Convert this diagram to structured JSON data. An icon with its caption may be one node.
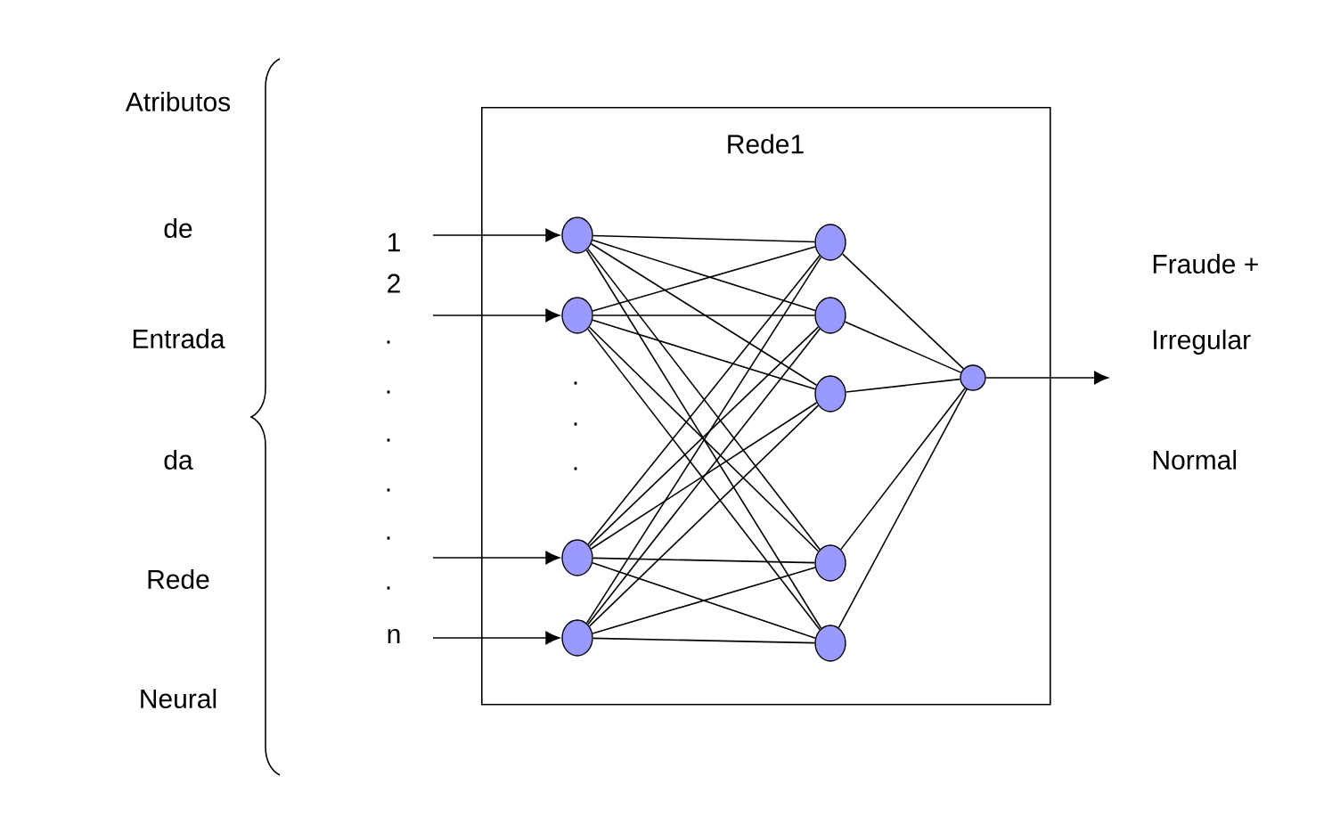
{
  "diagram": {
    "nodes": [
      {
        "text": [
          "Rede1"
        ]
      },
      {
        "text": [],
        "shape": "circle",
        "in": 0
      },
      {
        "text": [],
        "shape": "circle",
        "in": 0
      },
      {
        "text": [],
        "shape": "circle",
        "in": 0
      },
      {
        "text": [],
        "shape": "circle",
        "in": 0
      },
      {
        "text": [],
        "shape": "circle",
        "in": 0
      },
      {
        "text": [],
        "shape": "circle",
        "in": 0
      },
      {
        "text": [],
        "shape": "circle",
        "in": 0
      },
      {
        "text": [],
        "shape": "circle",
        "in": 0
      },
      {
        "text": [],
        "shape": "circle",
        "in": 0
      },
      {
        "text": [],
        "shape": "circle",
        "in": 0
      }
    ],
    "edges": [
      {
        "from": null,
        "to": 1,
        "arrow": "to"
      },
      {
        "from": null,
        "to": 2,
        "arrow": "to"
      },
      {
        "from": null,
        "to": 3,
        "arrow": "to"
      },
      {
        "from": null,
        "to": 4,
        "arrow": "to"
      },
      {
        "from": 1,
        "to": 5,
        "arrow": "none"
      },
      {
        "from": 1,
        "to": 6,
        "arrow": "none"
      },
      {
        "from": 1,
        "to": 7,
        "arrow": "none"
      },
      {
        "from": 1,
        "to": 8,
        "arrow": "none"
      },
      {
        "from": 1,
        "to": 9,
        "arrow": "none"
      },
      {
        "from": 2,
        "to": 5,
        "arrow": "none"
      },
      {
        "from": 2,
        "to": 6,
        "arrow": "none"
      },
      {
        "from": 2,
        "to": 7,
        "arrow": "none"
      },
      {
        "from": 2,
        "to": 8,
        "arrow": "none"
      },
      {
        "from": 2,
        "to": 9,
        "arrow": "none"
      },
      {
        "from": 3,
        "to": 5,
        "arrow": "none"
      },
      {
        "from": 3,
        "to": 6,
        "arrow": "none"
      },
      {
        "from": 3,
        "to": 7,
        "arrow": "none"
      },
      {
        "from": 3,
        "to": 8,
        "arrow": "none"
      },
      {
        "from": 3,
        "to": 9,
        "arrow": "none"
      },
      {
        "from": 4,
        "to": 5,
        "arrow": "none"
      },
      {
        "from": 4,
        "to": 6,
        "arrow": "none"
      },
      {
        "from": 4,
        "to": 7,
        "arrow": "none"
      },
      {
        "from": 4,
        "to": 8,
        "arrow": "none"
      },
      {
        "from": 4,
        "to": 9,
        "arrow": "none"
      },
      {
        "from": 5,
        "to": 10,
        "arrow": "none"
      },
      {
        "from": 6,
        "to": 10,
        "arrow": "none"
      },
      {
        "from": 7,
        "to": 10,
        "arrow": "none"
      },
      {
        "from": 8,
        "to": 10,
        "arrow": "none"
      },
      {
        "from": 9,
        "to": 10,
        "arrow": "none"
      },
      {
        "from": 10,
        "to": null,
        "arrow": "to"
      }
    ],
    "labels": [
      "Atributos",
      "de",
      "Entrada",
      "da",
      "Rede",
      "Neural",
      "1",
      "2",
      ".",
      ".",
      ".",
      ".",
      ".",
      ".",
      "n",
      ".",
      ".",
      ".",
      "Fraude +",
      "Irregular",
      "Normal"
    ]
  }
}
